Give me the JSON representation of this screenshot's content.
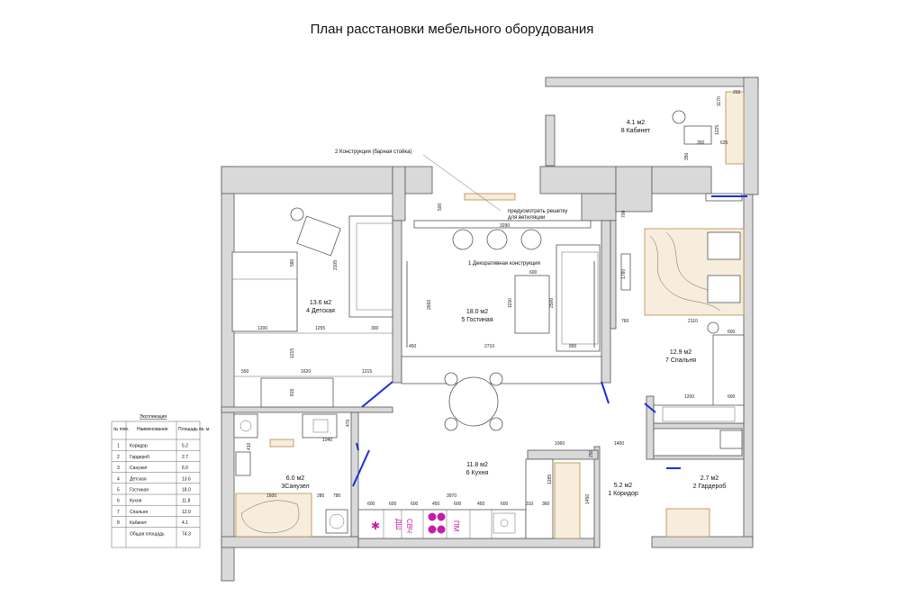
{
  "title": "План расстановки мебельного оборудования",
  "rooms": [
    {
      "id": "detskaya",
      "area": "13.6 м2",
      "name": "4 Детская"
    },
    {
      "id": "gostinaya",
      "area": "18.0 м2",
      "name": "5 Гостиная"
    },
    {
      "id": "kabinet",
      "area": "4.1 м2",
      "name": "8 Кабинет"
    },
    {
      "id": "spalnya",
      "area": "12.9 м2",
      "name": "7 Спальня"
    },
    {
      "id": "kuhnya",
      "area": "11.8 м2",
      "name": "6 Кухня"
    },
    {
      "id": "sanuzel",
      "area": "6.0 м2",
      "name": "3Санузел"
    },
    {
      "id": "koridor",
      "area": "5.2 м2",
      "name": "1 Коридор"
    },
    {
      "id": "garderob",
      "area": "2.7 м2",
      "name": "2 Гардероб"
    }
  ],
  "notes": {
    "bar": "2 Конструкция (барная стойка)",
    "vent1": "предусмотреть решетку",
    "vent2": "для ветиляции",
    "decor": "1 Декоративная конструкция"
  },
  "appliances": {
    "svch": "СВЧ",
    "dsh": "ДШ",
    "pm": "ПМ"
  },
  "dims": {
    "d250": "250",
    "d1170": "1170",
    "d1225": "1225",
    "d350": "350",
    "d625": "625",
    "d350b": "350",
    "d500": "500",
    "d3290": "3290",
    "d600": "600",
    "d1150": "1150",
    "d2500": "2500",
    "d2660": "2660",
    "d450": "450",
    "d2710": "2710",
    "d890": "890",
    "d700": "700",
    "d1780": "1780",
    "d760": "760",
    "d2110": "2110",
    "d600b": "600",
    "d1200": "1200",
    "d600c": "600",
    "d2105": "2105",
    "d580": "580",
    "d1200b": "1200",
    "d1255": "1255",
    "d300": "300",
    "d1215": "1215",
    "d550": "550",
    "d1620": "1620",
    "d1215b": "1215",
    "d815": "815",
    "d470": "470",
    "d1040": "1040",
    "d410": "410",
    "d1600": "1600",
    "d280": "280",
    "d780": "780",
    "d1060": "1060",
    "d1400": "1400",
    "d250b": "250",
    "d1285": "1285",
    "d1450": "1450",
    "d3970": "3970",
    "d600k": "600",
    "d360": "360",
    "d310": "310"
  },
  "kitchen_row": [
    "600",
    "600",
    "600",
    "450",
    "600",
    "450",
    "600",
    "310",
    "360"
  ],
  "legend": {
    "title": "Экспликация",
    "headers": [
      "№ пом.",
      "Наименование",
      "Площадь кв. м."
    ],
    "rows": [
      [
        "1",
        "Коридор",
        "5.2"
      ],
      [
        "2",
        "Гардероб",
        "2.7"
      ],
      [
        "3",
        "Санузел",
        "6.0"
      ],
      [
        "4",
        "Детская",
        "13.6"
      ],
      [
        "5",
        "Гостиная",
        "18.0"
      ],
      [
        "6",
        "Кухня",
        "11.8"
      ],
      [
        "7",
        "Спальня",
        "12.9"
      ],
      [
        "8",
        "Кабинет",
        "4.1"
      ]
    ],
    "total_label": "Общая площадь",
    "total_value": "74.3"
  }
}
